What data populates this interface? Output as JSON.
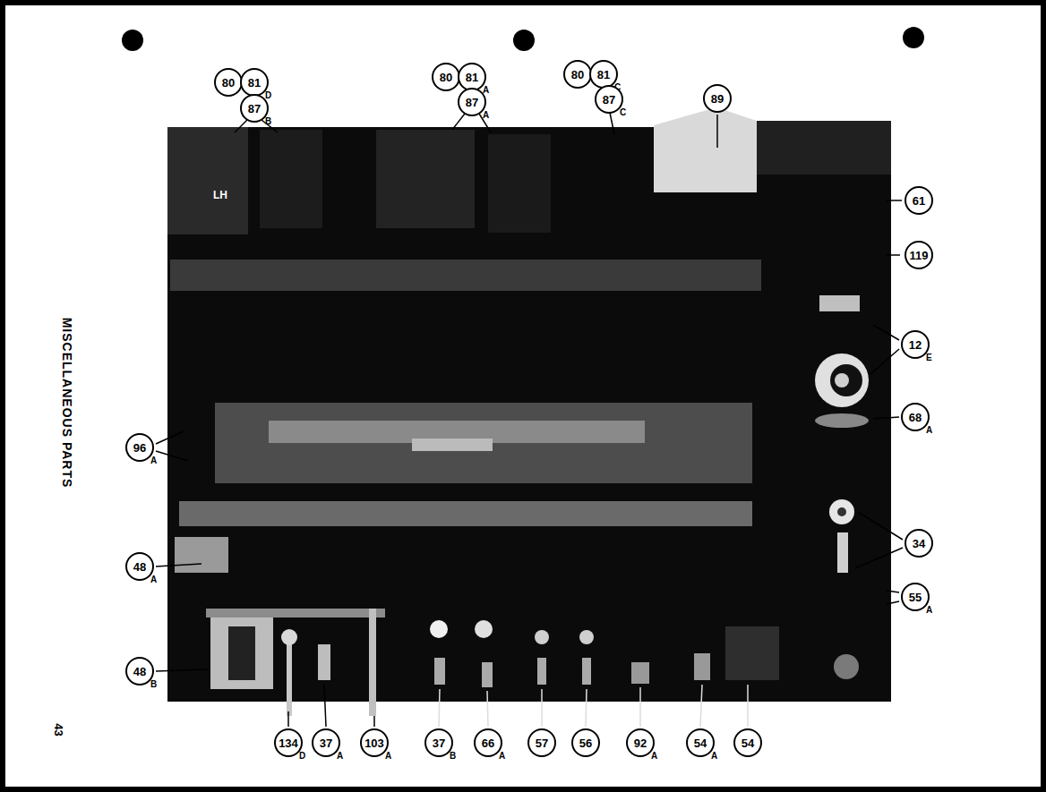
{
  "diagram": {
    "title": "MISCELLANEOUS PARTS",
    "nodes": [
      {
        "text": [
          "80"
        ]
      },
      {
        "text": [
          "81",
          "D"
        ]
      },
      {
        "text": [
          "87",
          "B"
        ]
      },
      {
        "text": [
          "80"
        ]
      },
      {
        "text": [
          "81",
          "A"
        ]
      },
      {
        "text": [
          "87",
          "A"
        ]
      },
      {
        "text": [
          "80"
        ]
      },
      {
        "text": [
          "81",
          "C"
        ]
      },
      {
        "text": [
          "87",
          "C"
        ]
      },
      {
        "text": [
          "89"
        ]
      },
      {
        "text": [
          "61"
        ]
      },
      {
        "text": [
          "119"
        ]
      },
      {
        "text": [
          "12",
          "E"
        ]
      },
      {
        "text": [
          "96",
          "A"
        ]
      },
      {
        "text": [
          "68",
          "A"
        ]
      },
      {
        "text": [
          "34"
        ]
      },
      {
        "text": [
          "48",
          "A"
        ]
      },
      {
        "text": [
          "55",
          "A"
        ]
      },
      {
        "text": [
          "48",
          "B"
        ]
      },
      {
        "text": [
          "134",
          "D"
        ]
      },
      {
        "text": [
          "37",
          "A"
        ]
      },
      {
        "text": [
          "103",
          "A"
        ]
      },
      {
        "text": [
          "37",
          "B"
        ]
      },
      {
        "text": [
          "66",
          "A"
        ]
      },
      {
        "text": [
          "57"
        ]
      },
      {
        "text": [
          "56"
        ]
      },
      {
        "text": [
          "92",
          "A"
        ]
      },
      {
        "text": [
          "54",
          "A"
        ]
      },
      {
        "text": [
          "54"
        ]
      }
    ],
    "labels": [
      "LH",
      "43"
    ]
  }
}
